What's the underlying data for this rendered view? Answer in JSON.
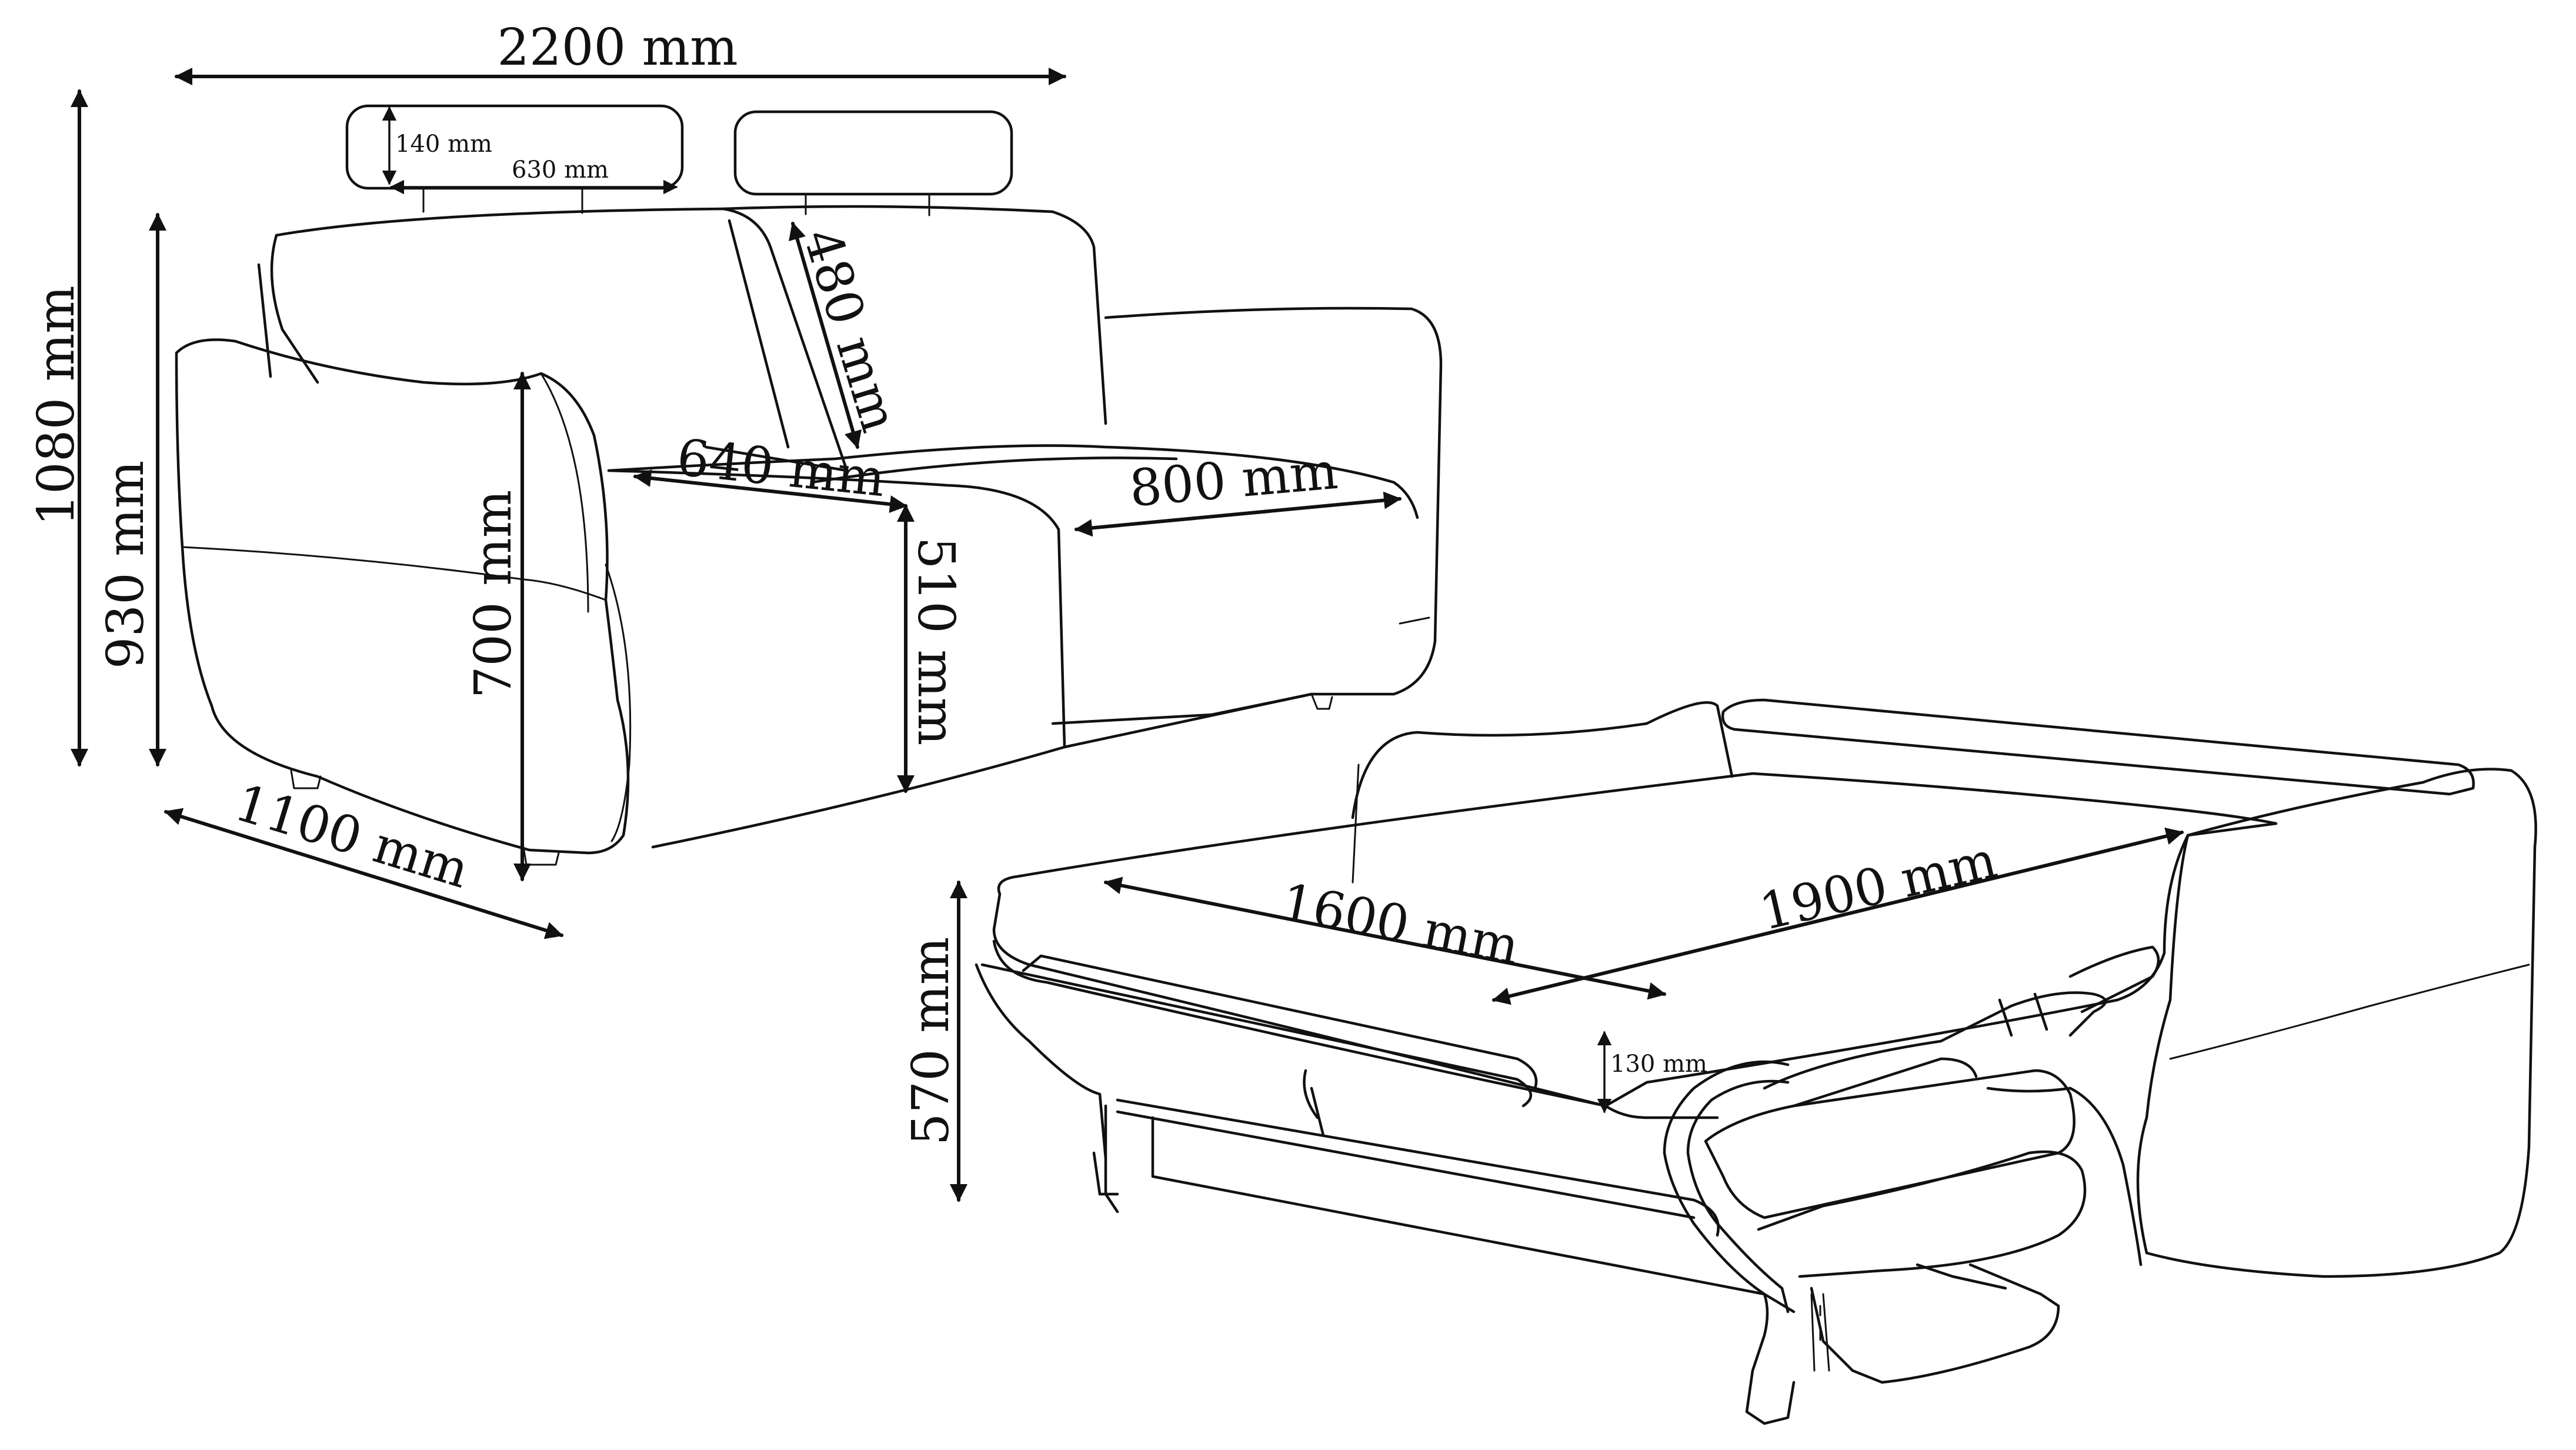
{
  "dimensions": {
    "total_width": "2200 mm",
    "headrest_height": "140 mm",
    "headrest_width": "630 mm",
    "total_height": "1080 mm",
    "back_height": "930 mm",
    "backrest_height": "480 mm",
    "seat_depth": "640 mm",
    "seat_width": "800 mm",
    "arm_height": "700 mm",
    "seat_height": "510 mm",
    "depth": "1100 mm",
    "bed_width": "1600 mm",
    "bed_length": "1900 mm",
    "mattress_height": "130 mm",
    "bed_height": "570 mm"
  }
}
